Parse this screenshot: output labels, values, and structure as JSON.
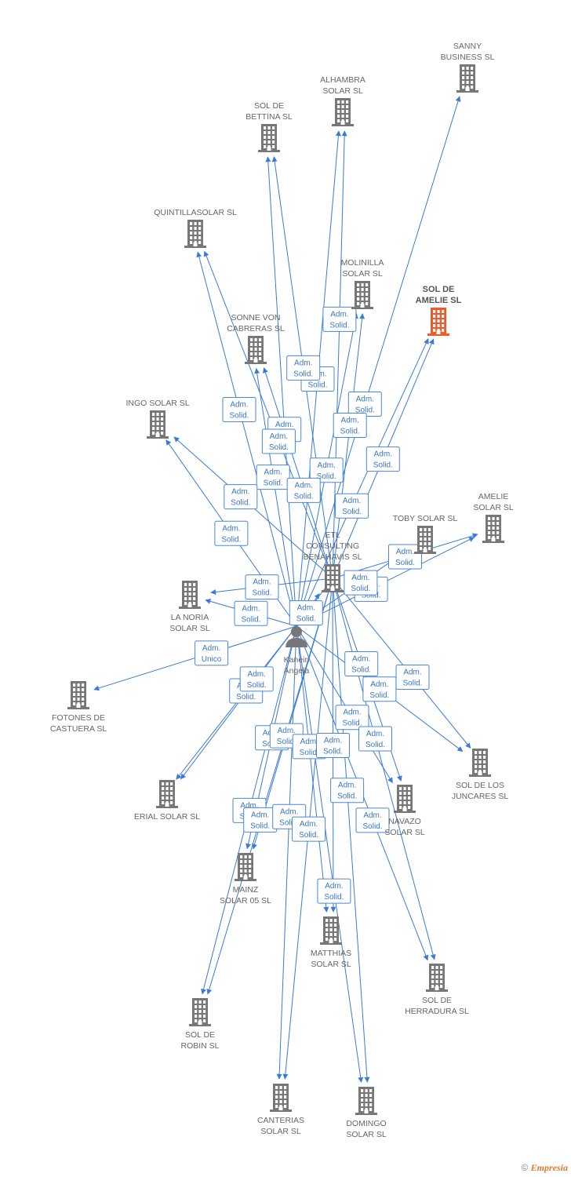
{
  "colors": {
    "edge": "#3a7bd5",
    "building": "#777777",
    "highlight": "#f05a28",
    "person": "#777777"
  },
  "footer": {
    "copyright": "©",
    "brand": "Empresia"
  },
  "nodes": [
    {
      "id": "sanny",
      "kind": "company",
      "lines": [
        "SANNY",
        "BUSINESS SL"
      ]
    },
    {
      "id": "alhambra",
      "kind": "company",
      "lines": [
        "ALHAMBRA",
        "SOLAR SL"
      ]
    },
    {
      "id": "bettina",
      "kind": "company",
      "lines": [
        "SOL DE",
        "BETTINA SL"
      ]
    },
    {
      "id": "quintilla",
      "kind": "company",
      "lines": [
        "QUINTILLASOLAR SL"
      ]
    },
    {
      "id": "molinilla",
      "kind": "company",
      "lines": [
        "MOLINILLA",
        "SOLAR SL"
      ]
    },
    {
      "id": "amelie_sol",
      "kind": "company",
      "highlight": true,
      "lines": [
        "SOL DE",
        "AMELIE SL"
      ]
    },
    {
      "id": "sonne",
      "kind": "company",
      "lines": [
        "SONNE VON",
        "CABRERAS SL"
      ]
    },
    {
      "id": "ingo",
      "kind": "company",
      "lines": [
        "INGO SOLAR SL"
      ]
    },
    {
      "id": "amelie_solar",
      "kind": "company",
      "lines": [
        "AMELIE",
        "SOLAR SL"
      ]
    },
    {
      "id": "toby",
      "kind": "company",
      "lines": [
        "TOBY SOLAR SL"
      ]
    },
    {
      "id": "etl",
      "kind": "company",
      "lines": [
        "ETL",
        "CONSULTING",
        "BENAHAVIS SL"
      ]
    },
    {
      "id": "noria",
      "kind": "company",
      "lines": [
        "LA NORIA",
        "SOLAR SL"
      ]
    },
    {
      "id": "kanein",
      "kind": "person",
      "lines": [
        "Kanein",
        "Angela"
      ]
    },
    {
      "id": "fotones",
      "kind": "company",
      "lines": [
        "FOTONES DE",
        "CASTUERA SL"
      ]
    },
    {
      "id": "juncares",
      "kind": "company",
      "lines": [
        "SOL DE LOS",
        "JUNCARES SL"
      ]
    },
    {
      "id": "erial",
      "kind": "company",
      "lines": [
        "ERIAL SOLAR SL"
      ]
    },
    {
      "id": "navazo",
      "kind": "company",
      "lines": [
        "NAVAZO",
        "SOLAR SL"
      ]
    },
    {
      "id": "mainz",
      "kind": "company",
      "lines": [
        "MAINZ",
        "SOLAR 05 SL"
      ]
    },
    {
      "id": "matthias",
      "kind": "company",
      "lines": [
        "MATTHIAS",
        "SOLAR SL"
      ]
    },
    {
      "id": "herradura",
      "kind": "company",
      "lines": [
        "SOL DE",
        "HERRADURA SL"
      ]
    },
    {
      "id": "robin",
      "kind": "company",
      "lines": [
        "SOL DE",
        "ROBIN SL"
      ]
    },
    {
      "id": "canterias",
      "kind": "company",
      "lines": [
        "CANTERIAS",
        "SOLAR SL"
      ]
    },
    {
      "id": "domingo",
      "kind": "company",
      "lines": [
        "DOMINGO",
        "SOLAR SL"
      ]
    }
  ],
  "edges": [
    {
      "from": "kanein",
      "to": "sanny",
      "label": [
        "Adm.",
        "Solid."
      ]
    },
    {
      "from": "kanein",
      "to": "alhambra",
      "label": [
        "Adm.",
        "Solid."
      ]
    },
    {
      "from": "etl",
      "to": "alhambra",
      "label": [
        "Adm.",
        "Solid."
      ]
    },
    {
      "from": "kanein",
      "to": "bettina",
      "label": [
        "Adm.",
        "Solid."
      ]
    },
    {
      "from": "etl",
      "to": "bettina",
      "label": [
        "Adm.",
        "Solid."
      ]
    },
    {
      "from": "kanein",
      "to": "quintilla",
      "label": [
        "Adm.",
        "Solid."
      ]
    },
    {
      "from": "etl",
      "to": "quintilla",
      "label": [
        "Adm.",
        "Solid."
      ]
    },
    {
      "from": "kanein",
      "to": "molinilla",
      "label": [
        "Adm.",
        "Solid."
      ]
    },
    {
      "from": "etl",
      "to": "molinilla",
      "label": [
        "Adm.",
        "Solid."
      ]
    },
    {
      "from": "kanein",
      "to": "amelie_sol",
      "label": [
        "Adm.",
        "Solid."
      ]
    },
    {
      "from": "etl",
      "to": "amelie_sol",
      "label": [
        "Adm.",
        "Solid."
      ]
    },
    {
      "from": "kanein",
      "to": "sonne",
      "label": [
        "Adm.",
        "Solid."
      ]
    },
    {
      "from": "etl",
      "to": "sonne",
      "label": [
        "Adm.",
        "Solid."
      ]
    },
    {
      "from": "kanein",
      "to": "ingo",
      "label": [
        "Adm.",
        "Solid."
      ]
    },
    {
      "from": "etl",
      "to": "ingo",
      "label": [
        "Adm.",
        "Solid."
      ]
    },
    {
      "from": "kanein",
      "to": "amelie_solar",
      "label": [
        "Adm.",
        "Solid."
      ]
    },
    {
      "from": "etl",
      "to": "amelie_solar",
      "label": [
        "Adm.",
        "Solid."
      ]
    },
    {
      "from": "kanein",
      "to": "toby",
      "label": [
        "Adm.",
        "Solid."
      ]
    },
    {
      "from": "kanein",
      "to": "etl",
      "label": [
        "Adm.",
        "Solid."
      ]
    },
    {
      "from": "kanein",
      "to": "noria",
      "label": [
        "Adm.",
        "Solid."
      ]
    },
    {
      "from": "etl",
      "to": "noria",
      "label": [
        "Adm.",
        "Solid."
      ]
    },
    {
      "from": "kanein",
      "to": "fotones",
      "label": [
        "Adm.",
        "Unico"
      ]
    },
    {
      "from": "kanein",
      "to": "juncares",
      "label": [
        "Adm.",
        "Solid."
      ]
    },
    {
      "from": "etl",
      "to": "juncares",
      "label": [
        "Adm.",
        "Solid."
      ]
    },
    {
      "from": "kanein",
      "to": "erial",
      "label": [
        "Adm.",
        "Solid."
      ]
    },
    {
      "from": "etl",
      "to": "erial",
      "label": [
        "Adm.",
        "Solid."
      ]
    },
    {
      "from": "kanein",
      "to": "navazo",
      "label": [
        "Adm.",
        "Solid."
      ]
    },
    {
      "from": "etl",
      "to": "navazo",
      "label": [
        "Adm.",
        "Solid."
      ]
    },
    {
      "from": "kanein",
      "to": "mainz",
      "label": [
        "Adm.",
        "Solid."
      ]
    },
    {
      "from": "etl",
      "to": "mainz",
      "label": [
        "Adm.",
        "Solid."
      ]
    },
    {
      "from": "kanein",
      "to": "matthias",
      "label": [
        "Adm.",
        "Solid."
      ]
    },
    {
      "from": "etl",
      "to": "matthias",
      "label": [
        "Adm.",
        "Solid."
      ]
    },
    {
      "from": "kanein",
      "to": "herradura",
      "label": [
        "Adm.",
        "Solid."
      ]
    },
    {
      "from": "etl",
      "to": "herradura",
      "label": [
        "Adm.",
        "Solid."
      ]
    },
    {
      "from": "kanein",
      "to": "robin",
      "label": [
        "Adm.",
        "Solid."
      ]
    },
    {
      "from": "etl",
      "to": "robin",
      "label": [
        "Adm.",
        "Solid."
      ]
    },
    {
      "from": "kanein",
      "to": "canterias",
      "label": [
        "Adm.",
        "Solid."
      ]
    },
    {
      "from": "etl",
      "to": "canterias",
      "label": [
        "Adm.",
        "Solid."
      ]
    },
    {
      "from": "kanein",
      "to": "domingo",
      "label": [
        "Adm.",
        "Solid."
      ]
    },
    {
      "from": "etl",
      "to": "domingo",
      "label": [
        "Adm.",
        "Solid."
      ]
    }
  ]
}
